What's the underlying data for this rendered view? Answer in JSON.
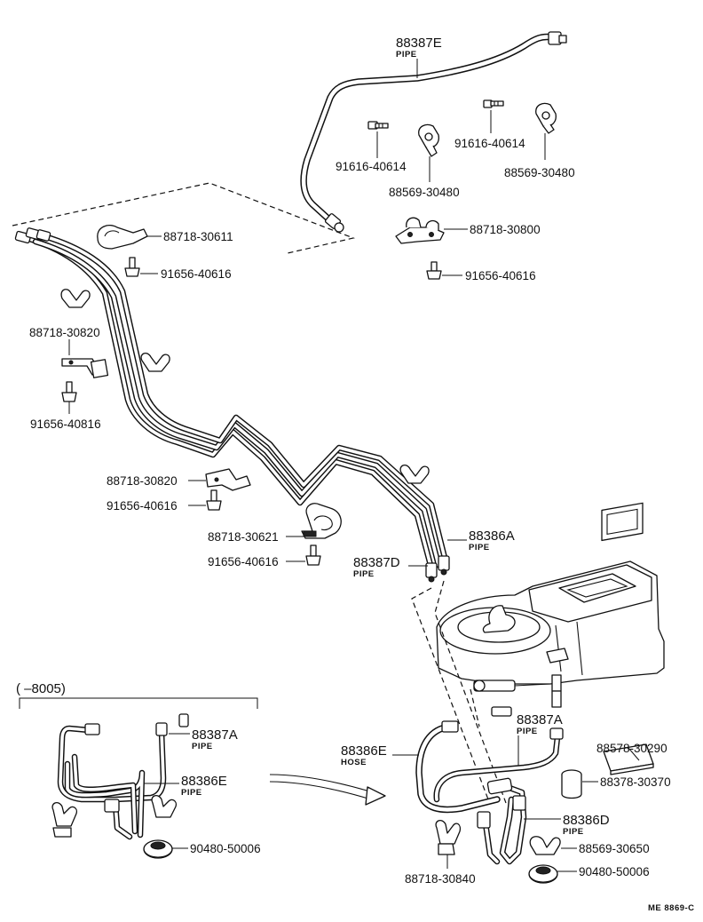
{
  "labels": {
    "p88387E": "88387E",
    "pipe_top": "PIPE",
    "p91616_40614_a": "91616-40614",
    "p91616_40614_b": "91616-40614",
    "p88569_30480_a": "88569-30480",
    "p88569_30480_b": "88569-30480",
    "p88718_30800": "88718-30800",
    "p91656_40616_r": "91656-40616",
    "p88718_30611": "88718-30611",
    "p91656_40616_1": "91656-40616",
    "p88718_30820_a": "88718-30820",
    "p91656_40816": "91656-40816",
    "p88718_30820_b": "88718-30820",
    "p91656_40616_2": "91656-40616",
    "p88718_30621": "88718-30621",
    "p91656_40616_3": "91656-40616",
    "p88386A": "88386A",
    "pipe_88386A": "PIPE",
    "p88387D": "88387D",
    "pipe_88387D": "PIPE",
    "range": "(      –8005)",
    "p88387A_l": "88387A",
    "pipe_88387A_l": "PIPE",
    "p88386E_l": "88386E",
    "pipe_88386E_l": "PIPE",
    "p90480_50006_l": "90480-50006",
    "p88387A_r": "88387A",
    "pipe_88387A_r": "PIPE",
    "p88386E_r": "88386E",
    "hose_88386E_r": "HOSE",
    "p88578_30290": "88578-30290",
    "p88378_30370": "88378-30370",
    "p88386D": "88386D",
    "pipe_88386D": "PIPE",
    "p88569_30650": "88569-30650",
    "p90480_50006_r": "90480-50006",
    "p88718_30840": "88718-30840",
    "code": "ME  8869-C"
  }
}
